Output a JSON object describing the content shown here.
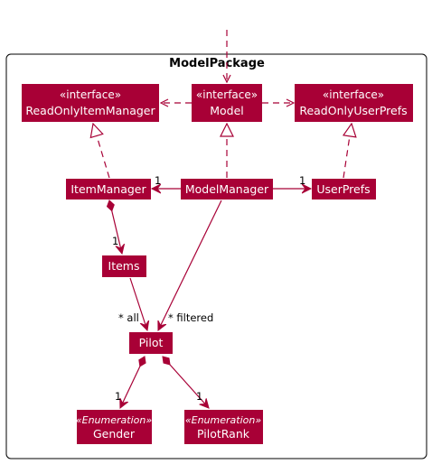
{
  "package": {
    "title": "ModelPackage"
  },
  "classes": {
    "readonly_item_manager": {
      "stereotype": "«interface»",
      "name": "ReadOnlyItemManager"
    },
    "model": {
      "stereotype": "«interface»",
      "name": "Model"
    },
    "readonly_user_prefs": {
      "stereotype": "«interface»",
      "name": "ReadOnlyUserPrefs"
    },
    "item_manager": {
      "name": "ItemManager"
    },
    "model_manager": {
      "name": "ModelManager"
    },
    "user_prefs": {
      "name": "UserPrefs"
    },
    "items": {
      "name": "Items"
    },
    "pilot": {
      "name": "Pilot"
    },
    "gender": {
      "stereotype": "«Enumeration»",
      "name": "Gender"
    },
    "pilot_rank": {
      "stereotype": "«Enumeration»",
      "name": "PilotRank"
    }
  },
  "labels": {
    "mm_to_im": "1",
    "mm_to_up": "1",
    "im_to_items": "1",
    "items_to_pilot": "* all",
    "mm_to_pilot": "* filtered",
    "pilot_to_gender": "1",
    "pilot_to_rank": "1"
  },
  "colors": {
    "box": "#a80036",
    "line": "#a80036",
    "package_border": "#000000"
  }
}
